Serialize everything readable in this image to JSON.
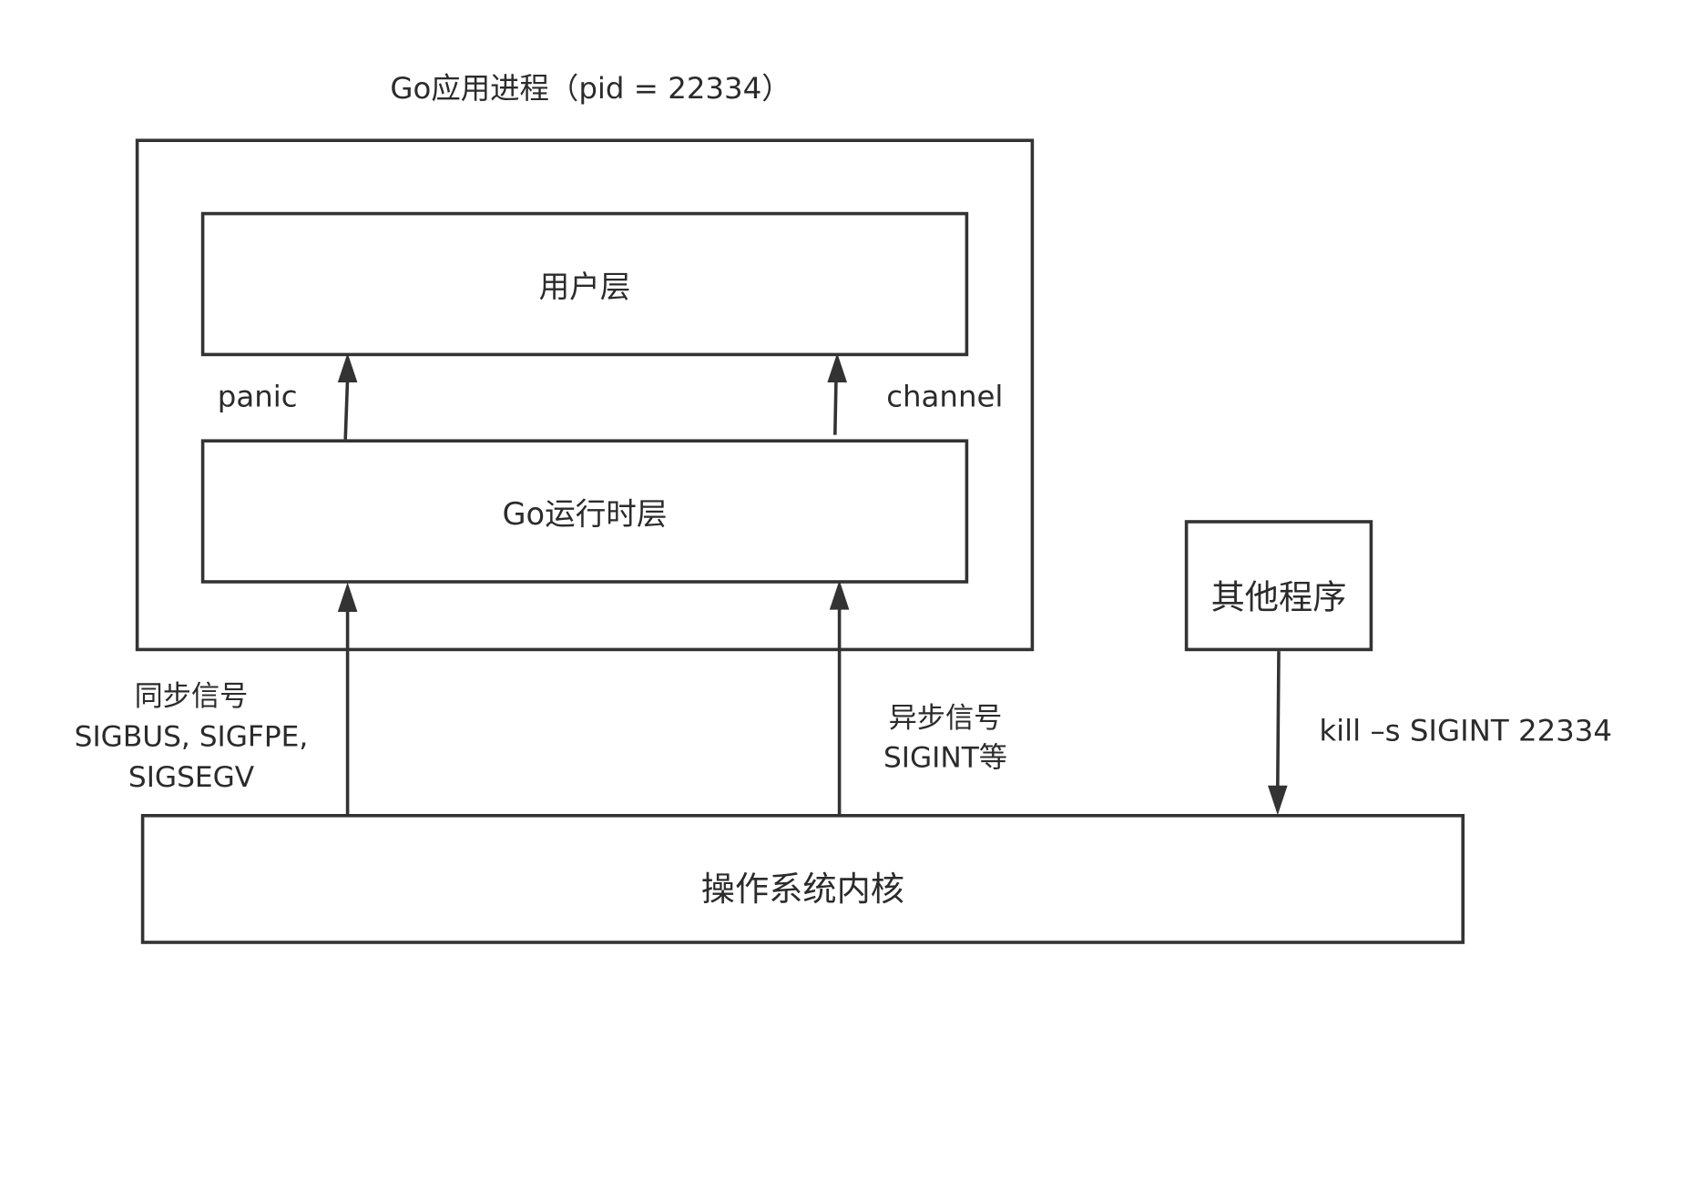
{
  "process_title": "Go应用进程（pid = 22334）",
  "boxes": {
    "user_layer": "用户层",
    "runtime_layer": "Go运行时层",
    "other_program": "其他程序",
    "kernel": "操作系统内核"
  },
  "edge_labels": {
    "panic": "panic",
    "channel": "channel",
    "sync_signal": [
      "同步信号",
      "SIGBUS, SIGFPE,",
      "SIGSEGV"
    ],
    "async_signal": [
      "异步信号",
      "SIGINT等"
    ],
    "kill_command": "kill –s SIGINT 22334"
  }
}
